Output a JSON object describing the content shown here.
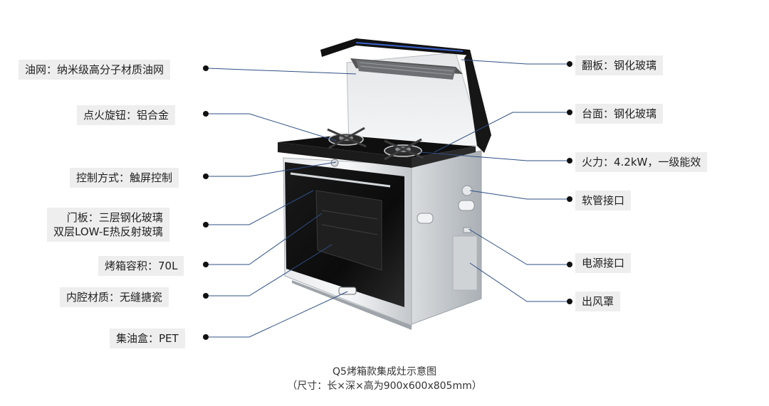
{
  "callouts_left": [
    {
      "id": "oil-filter",
      "lines": [
        "油网：纳米级高分子材质油网"
      ]
    },
    {
      "id": "ignition-knob",
      "lines": [
        "点火旋钮：铝合金"
      ]
    },
    {
      "id": "control-method",
      "lines": [
        "控制方式：触屏控制"
      ]
    },
    {
      "id": "door-panel",
      "lines": [
        "门板：三层钢化玻璃",
        "双层LOW-E热反射玻璃"
      ]
    },
    {
      "id": "oven-capacity",
      "lines": [
        "烤箱容积：70L"
      ]
    },
    {
      "id": "cavity-material",
      "lines": [
        "内腔材质：无缝搪瓷"
      ]
    },
    {
      "id": "oil-box",
      "lines": [
        "集油盒：PET"
      ]
    }
  ],
  "callouts_right": [
    {
      "id": "flap",
      "lines": [
        "翻板：钢化玻璃"
      ]
    },
    {
      "id": "countertop",
      "lines": [
        "台面：钢化玻璃"
      ]
    },
    {
      "id": "firepower",
      "lines": [
        "火力：4.2kW，一级能效"
      ]
    },
    {
      "id": "hose-port",
      "lines": [
        "软管接口"
      ]
    },
    {
      "id": "power-port",
      "lines": [
        "电源接口"
      ]
    },
    {
      "id": "air-outlet",
      "lines": [
        "出风罩"
      ]
    }
  ],
  "caption": {
    "title": "Q5烤箱款集成灶示意图",
    "subtitle": "（尺寸：长×深×高为900x600x805mm）"
  },
  "colors": {
    "label_bg": "#eeeeee",
    "leader_line": "#2f4f86",
    "dot": "#111111",
    "glass": "#111111",
    "steel": "#c9ccd0"
  }
}
